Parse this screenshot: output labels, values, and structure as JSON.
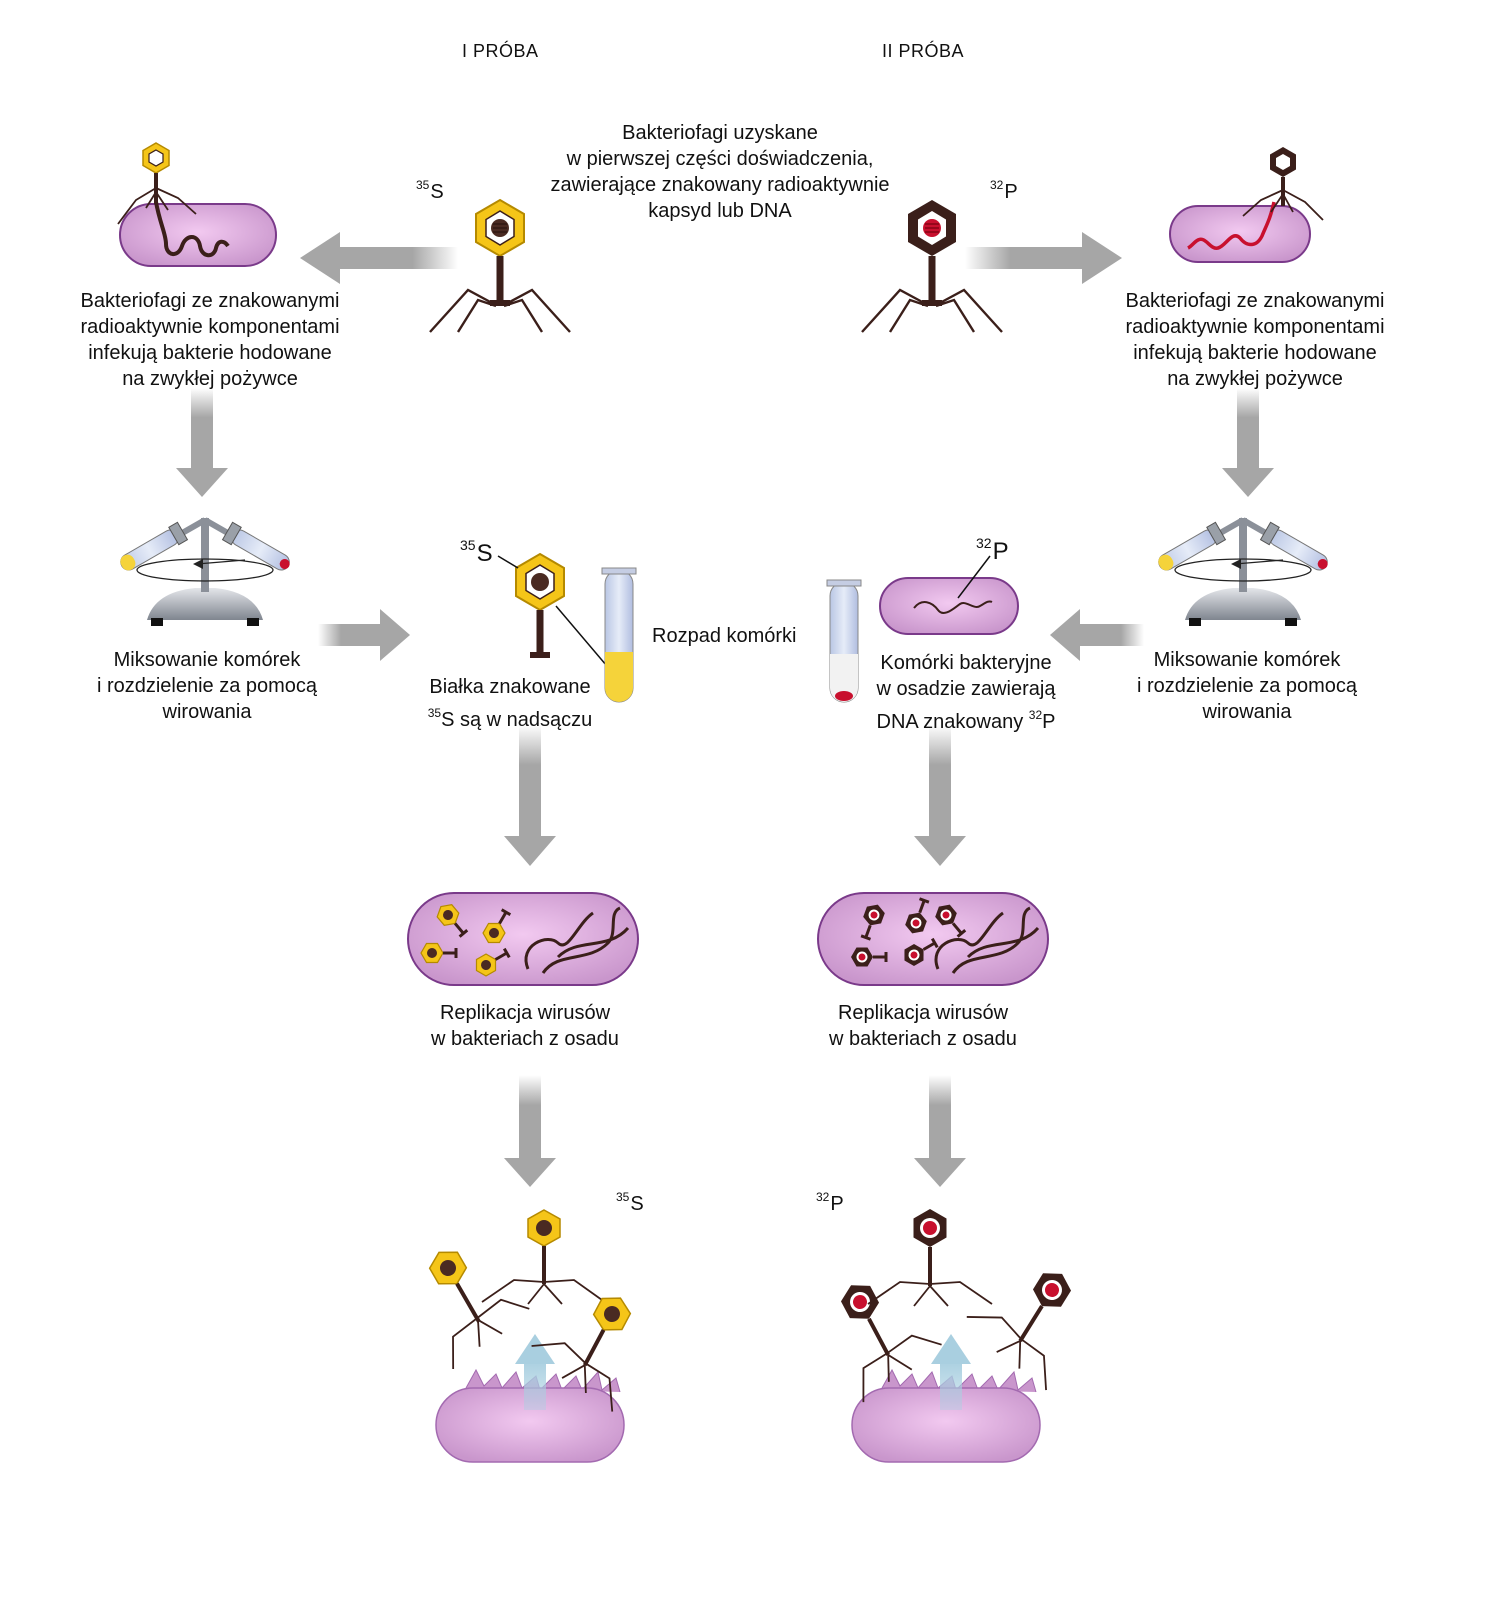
{
  "headers": {
    "left": "I PRÓBA",
    "right": "II PRÓBA"
  },
  "isotopes": {
    "sulfur": "35",
    "sulfur_symbol": "S",
    "phosphorus": "32",
    "phosphorus_symbol": "P"
  },
  "center_caption": [
    "Bakteriofagi uzyskane",
    "w pierwszej części doświadczenia,",
    "zawierające znakowany radioaktywnie",
    "kapsyd lub DNA"
  ],
  "infection_text": [
    "Bakteriofagi ze znakowanymi",
    "radioaktywnie komponentami",
    "infekują bakterie hodowane",
    "na zwykłej pożywce"
  ],
  "mixing_text": [
    "Miksowanie komórek",
    "i rozdzielenie za pomocą",
    "wirowania"
  ],
  "lysis_text": "Rozpad komórki",
  "protein_text": {
    "line1": "Białka znakowane",
    "line2_suffix": "S są w nadsączu"
  },
  "dna_text": {
    "line1": "Komórki bakteryjne",
    "line2": "w osadzie zawierają",
    "line3_prefix": "DNA znakowany "
  },
  "replication_text": [
    "Replikacja wirusów",
    "w bakteriach z osadu"
  ],
  "colors": {
    "capsid_yellow": "#f5c518",
    "capsid_dark": "#3b1f1a",
    "dna_red": "#c8102e",
    "bacterium_pink": "#d9a3dc",
    "arrow_gray": "#a6a6a6",
    "arrow_blue": "#a9cfe0"
  }
}
